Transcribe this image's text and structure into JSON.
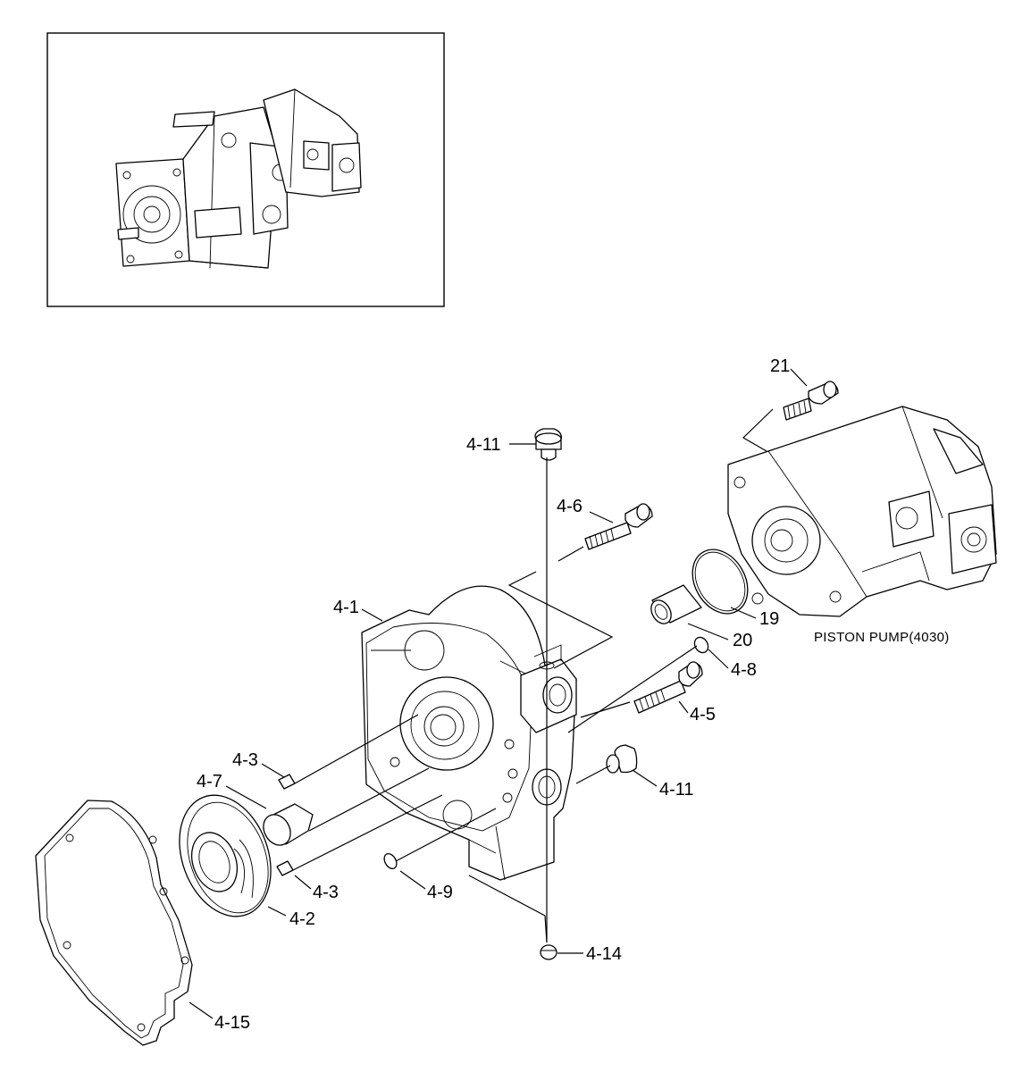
{
  "caption": "PISTON PUMP(4030)",
  "labels": {
    "p21": "21",
    "p4_11_top": "4-11",
    "p4_6": "4-6",
    "p4_1": "4-1",
    "p19": "19",
    "p20": "20",
    "p4_8": "4-8",
    "p4_5": "4-5",
    "p4_3_top": "4-3",
    "p4_7": "4-7",
    "p4_11_right": "4-11",
    "p4_3_bottom": "4-3",
    "p4_9": "4-9",
    "p4_2": "4-2",
    "p4_14": "4-14",
    "p4_15": "4-15"
  }
}
